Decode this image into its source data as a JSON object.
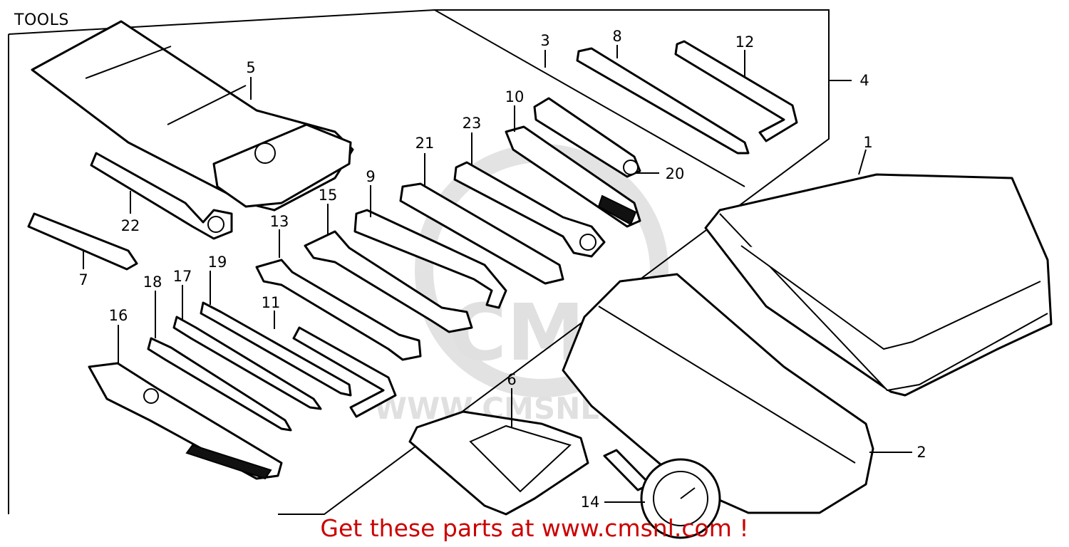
{
  "title": "TOOLS",
  "banner": "Get these parts at www.cmsnl.com !",
  "watermark": {
    "logo": "CMS",
    "site": "WWW.CMSNL.COM",
    "color": "#cccccc"
  },
  "colors": {
    "line": "#000000",
    "banner": "#cc0000",
    "background": "#ffffff"
  },
  "callouts": {
    "c1": "1",
    "c2": "2",
    "c3": "3",
    "c4": "4",
    "c5": "5",
    "c6": "6",
    "c7": "7",
    "c8": "8",
    "c9": "9",
    "c10": "10",
    "c11": "11",
    "c12": "12",
    "c13": "13",
    "c14": "14",
    "c15": "15",
    "c16": "16",
    "c17": "17",
    "c18": "18",
    "c19": "19",
    "c20": "20",
    "c21": "21",
    "c22": "22",
    "c23": "23"
  }
}
